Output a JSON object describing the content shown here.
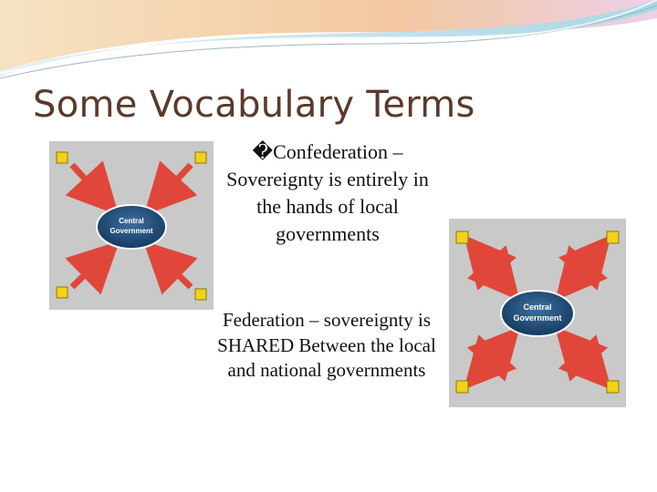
{
  "slide": {
    "title": "Some Vocabulary Terms"
  },
  "confederation": {
    "definition": "�Confederation – Sovereignty is entirely in the hands of local governments",
    "diagram_center_label_line1": "Central",
    "diagram_center_label_line2": "Government",
    "arrow_direction": "inward"
  },
  "federation": {
    "definition": "Federation – sovereignty is SHARED Between the local and national governments",
    "diagram_center_label_line1": "Central",
    "diagram_center_label_line2": "Government",
    "arrow_direction": "both-ways"
  },
  "colors": {
    "title": "#5a3a2a",
    "arrow": "#e0473a",
    "square": "#f2d21a",
    "oval": "#1f4f7f",
    "diagram_bg": "#c9c9c9",
    "banner_top": "#f7d9a8",
    "banner_bottom": "#b9dce8"
  }
}
